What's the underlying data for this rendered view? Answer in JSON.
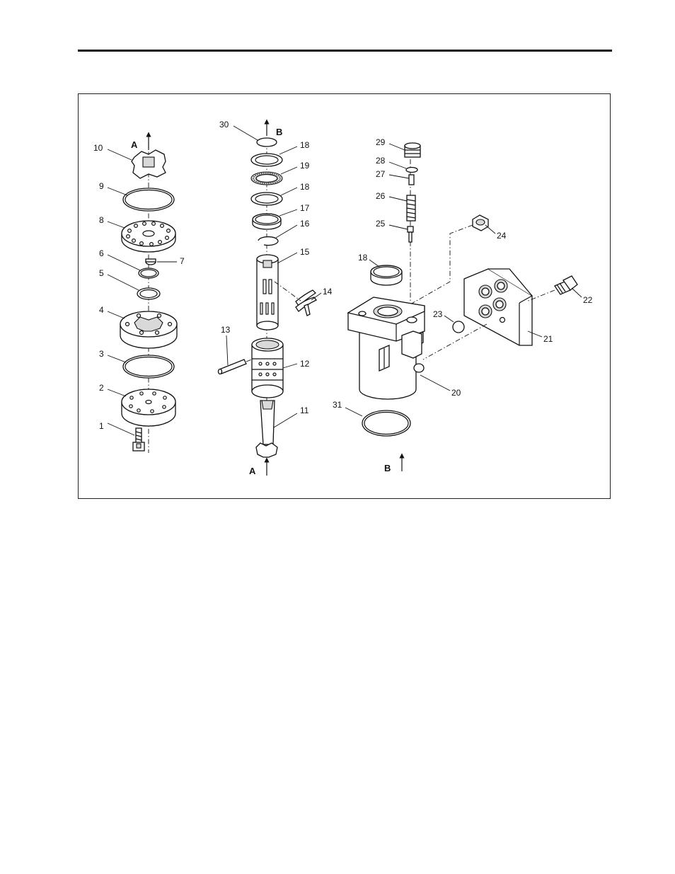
{
  "figure": {
    "callouts": [
      {
        "label": "1"
      },
      {
        "label": "2"
      },
      {
        "label": "3"
      },
      {
        "label": "4"
      },
      {
        "label": "5"
      },
      {
        "label": "6"
      },
      {
        "label": "7"
      },
      {
        "label": "8"
      },
      {
        "label": "9"
      },
      {
        "label": "10"
      },
      {
        "label": "11"
      },
      {
        "label": "12"
      },
      {
        "label": "13"
      },
      {
        "label": "14"
      },
      {
        "label": "15"
      },
      {
        "label": "16"
      },
      {
        "label": "17"
      },
      {
        "label": "18"
      },
      {
        "label": "19"
      },
      {
        "label": "18"
      },
      {
        "label": "30"
      },
      {
        "label": "29"
      },
      {
        "label": "28"
      },
      {
        "label": "27"
      },
      {
        "label": "26"
      },
      {
        "label": "25"
      },
      {
        "label": "24"
      },
      {
        "label": "18"
      },
      {
        "label": "23"
      },
      {
        "label": "22"
      },
      {
        "label": "21"
      },
      {
        "label": "20"
      },
      {
        "label": "31"
      }
    ],
    "flow_markers": [
      {
        "label": "A"
      },
      {
        "label": "B"
      },
      {
        "label": "A"
      },
      {
        "label": "B"
      }
    ]
  }
}
